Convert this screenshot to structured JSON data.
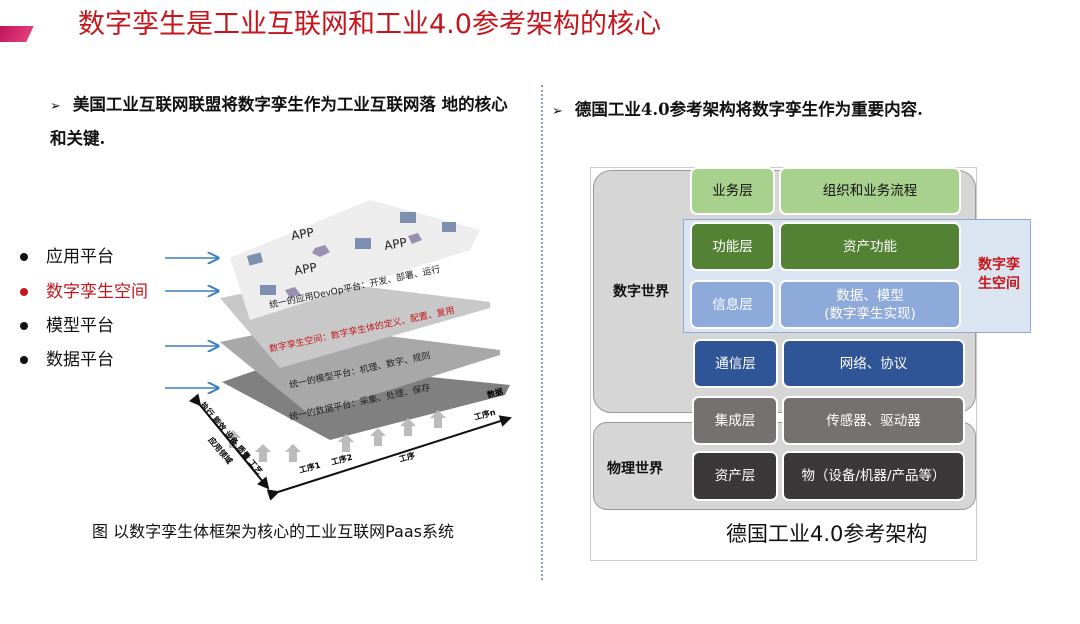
{
  "title": "数字孪生是工业互联网和工业4.0参考架构的核心",
  "left": {
    "intro": "美国工业互联网联盟将数字孪生作为工业互联网落 地的核心和关键.",
    "bullets": [
      "应用平台",
      "数字孪生空间",
      "模型平台",
      "数据平台"
    ],
    "layers": [
      "统一的应用DevOp平台：开发、部署、运行",
      "数字孪生空间：数字孪生体的定义、配置、复用",
      "统一的模型平台：机理、数字、规则",
      "统一的数据平台：采集、处理、保存"
    ],
    "app_label": "APP",
    "axis_left_items": "执行 能效 设备 质量 工艺",
    "axis_left_label": "应用领域",
    "axis_bottom_items": [
      "工序1",
      "工序2",
      "工序n"
    ],
    "axis_bottom_label": "工序",
    "data_label": "数据",
    "caption": "图 以数字孪生体框架为核心的工业互联网Paas系统"
  },
  "right": {
    "intro": "德国工业4.0参考架构将数字孪生作为重要内容.",
    "digital_world": "数字世界",
    "physical_world": "物理世界",
    "twin_space": "数字孪生空间",
    "rows": [
      {
        "layer": "业务层",
        "content": "组织和业务流程"
      },
      {
        "layer": "功能层",
        "content": "资产功能"
      },
      {
        "layer": "信息层",
        "content": "数据、模型\n(数字孪生实现)"
      },
      {
        "layer": "通信层",
        "content": "网络、协议"
      },
      {
        "layer": "集成层",
        "content": "传感器、驱动器"
      },
      {
        "layer": "资产层",
        "content": "物（设备/机器/产品等）"
      }
    ],
    "caption": "德国工业4.0参考架构"
  }
}
